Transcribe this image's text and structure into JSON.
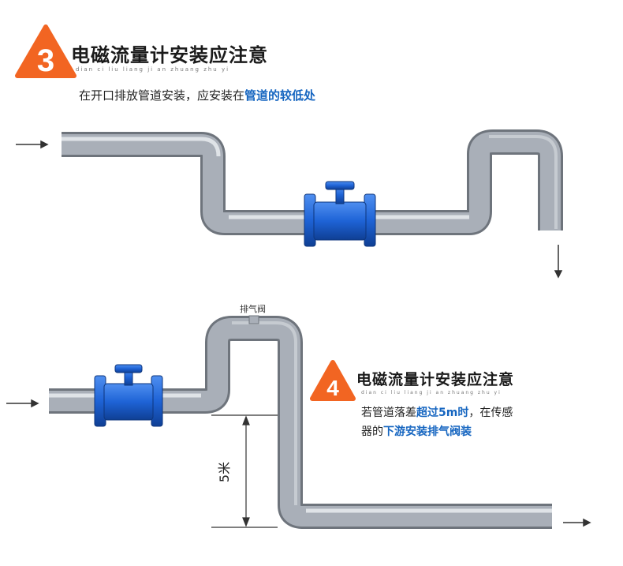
{
  "section3": {
    "number": "3",
    "title": "电磁流量计安装应注意",
    "pinyin": "dian ci liu liang ji an zhuang zhu yi",
    "note_plain": "在开口排放管道安装，应安装在",
    "note_highlight": "管道的较低处"
  },
  "section4": {
    "number": "4",
    "title": "电磁流量计安装应注意",
    "pinyin": "dian ci liu liang ji an zhuang zhu yi",
    "line1_plain_a": "若管道落差",
    "line1_highlight": "超过5m时",
    "line1_plain_b": "，在传感",
    "line2_plain": "器的",
    "line2_highlight": "下游安装排气阀装"
  },
  "labels": {
    "vent_valve": "排气阀",
    "height": "5米"
  },
  "colors": {
    "badge": "#f26522",
    "pipe": "#a9afb8",
    "meter": "#1e63d6",
    "highlight": "#1565c0"
  },
  "icons": {
    "flow_arrow": "arrow-right-icon",
    "flow_arrow_down": "arrow-down-icon"
  }
}
